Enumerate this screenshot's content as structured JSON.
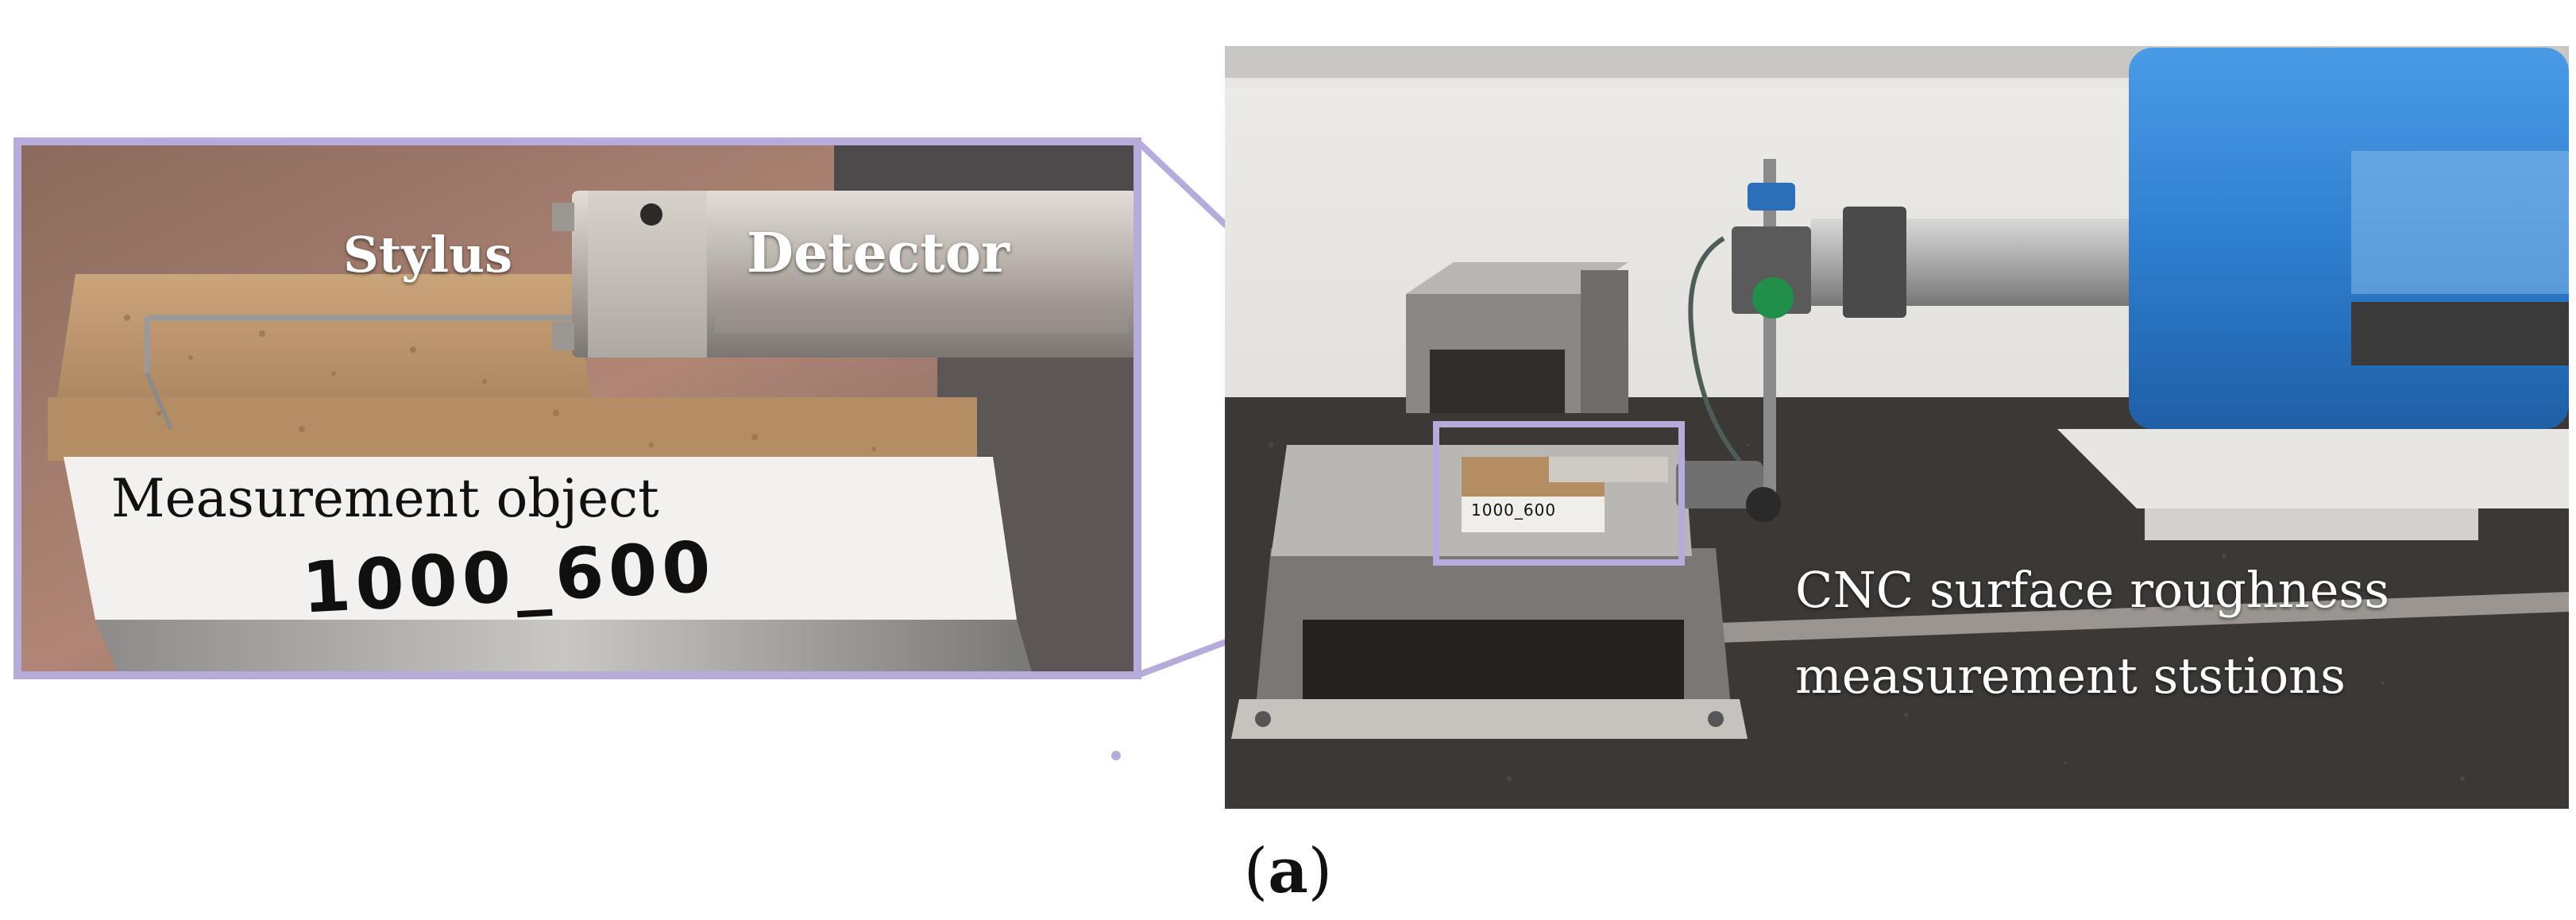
{
  "inset": {
    "stylus_label": "Stylus",
    "detector_label": "Detector",
    "object_label": "Measurement object",
    "sample_text": "1000_600"
  },
  "station": {
    "label_line1": "CNC surface roughness",
    "label_line2": "measurement ststions",
    "sample_text": "1000_600"
  },
  "caption": {
    "open": "(",
    "letter": "a",
    "close": ")"
  },
  "colors": {
    "zoom_frame": "#b7abdc",
    "instrument_blue": "#2f7fd0",
    "granite": "#3b3836",
    "wood": "#b9946c"
  }
}
